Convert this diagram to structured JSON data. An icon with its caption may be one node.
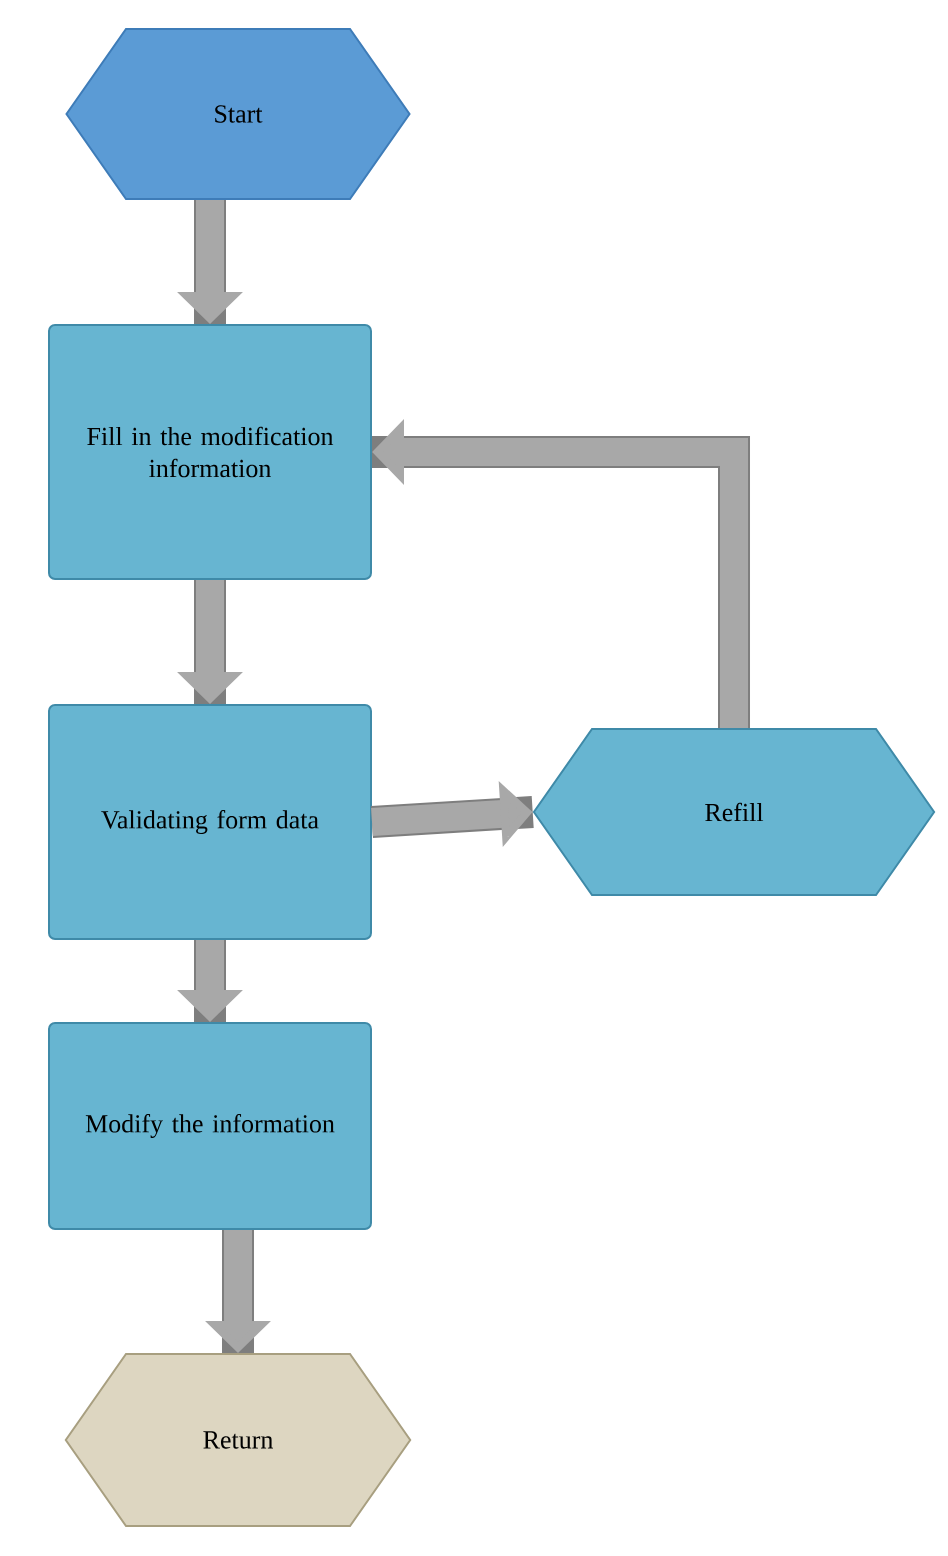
{
  "diagram": {
    "nodes": [
      {
        "text": [
          "Start"
        ]
      },
      {
        "text": [
          "Fill in the modification information"
        ]
      },
      {
        "text": [
          "Validating form data"
        ]
      },
      {
        "text": [
          "Refill"
        ]
      },
      {
        "text": [
          "Modify the information"
        ]
      },
      {
        "text": [
          "Return"
        ]
      }
    ],
    "edges": [
      {
        "from": 0,
        "to": 1,
        "arrow": "to"
      },
      {
        "from": 1,
        "to": 2,
        "arrow": "to"
      },
      {
        "from": 2,
        "to": 4,
        "arrow": "to"
      },
      {
        "from": 4,
        "to": 5,
        "arrow": "to"
      },
      {
        "from": 2,
        "to": 3,
        "arrow": "to"
      },
      {
        "from": 3,
        "to": 1,
        "arrow": "to"
      }
    ]
  }
}
